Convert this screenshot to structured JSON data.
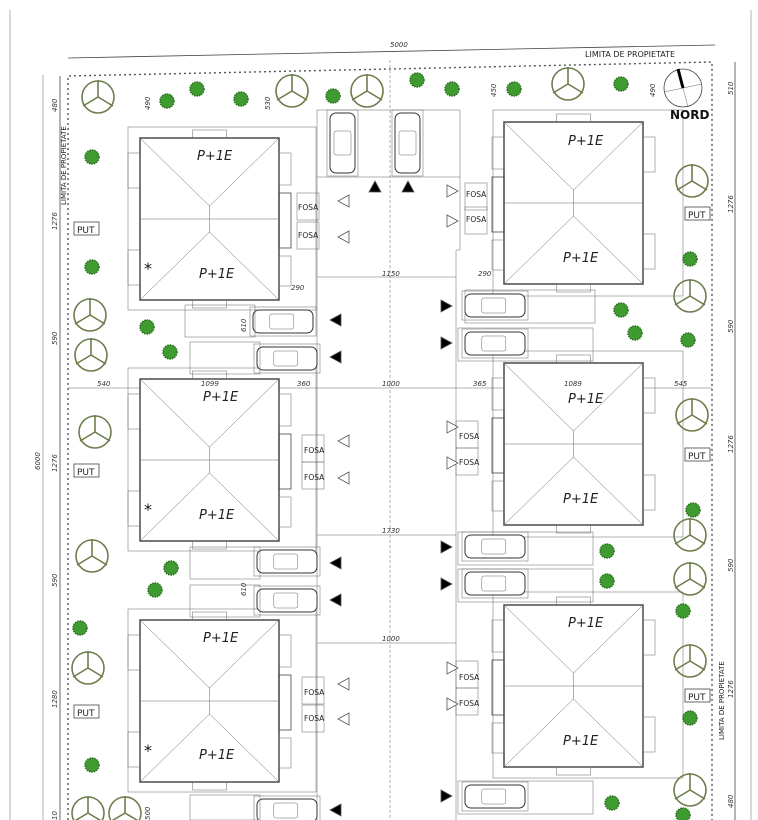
{
  "title": "LIMITA DE PROPIETATE",
  "side_boundary_labels": [
    "LIMITA DE PROPIETATE",
    "LIMITA DE PROPIETATE"
  ],
  "north_label": "NORD",
  "total_width": "5000",
  "total_depth": "6000",
  "left_dimensions": [
    "480",
    "1276",
    "590",
    "1276",
    "590",
    "1280",
    "10"
  ],
  "right_dimensions": [
    "510",
    "1276",
    "590",
    "1276",
    "590",
    "1276",
    "480"
  ],
  "inner_dimensions": {
    "top_left_a": "490",
    "top_left_b": "530",
    "top_right_a": "450",
    "top_right_b": "490",
    "gap_left": "290",
    "road_top": "1150",
    "gap_right": "290",
    "parking_left_1": "610",
    "parking_left_2": "610",
    "row_a": "540",
    "row_b": "1099",
    "row_c": "360",
    "row_d": "1000",
    "row_e": "365",
    "row_f": "1089",
    "row_g": "545",
    "road_mid": "1730",
    "road_bottom": "1000",
    "bottom_left": "500"
  },
  "houses": [
    {
      "upper": "P+1E",
      "lower": "P+1E"
    },
    {
      "upper": "P+1E",
      "lower": "P+1E"
    },
    {
      "upper": "P+1E",
      "lower": "P+1E"
    },
    {
      "upper": "P+1E",
      "lower": "P+1E"
    },
    {
      "upper": "P+1E",
      "lower": "P+1E"
    },
    {
      "upper": "P+1E",
      "lower": "P+1E"
    }
  ],
  "fosa": [
    "FOSA",
    "FOSA",
    "FOSA",
    "FOSA",
    "FOSA",
    "FOSA",
    "FOSA",
    "FOSA",
    "FOSA",
    "FOSA",
    "FOSA",
    "FOSA"
  ],
  "put": [
    "PUT",
    "PUT",
    "PUT",
    "PUT",
    "PUT",
    "PUT"
  ],
  "colors": {
    "tree": "#6d7d4c",
    "bush": "#3f9b2f",
    "line": "#444444"
  }
}
